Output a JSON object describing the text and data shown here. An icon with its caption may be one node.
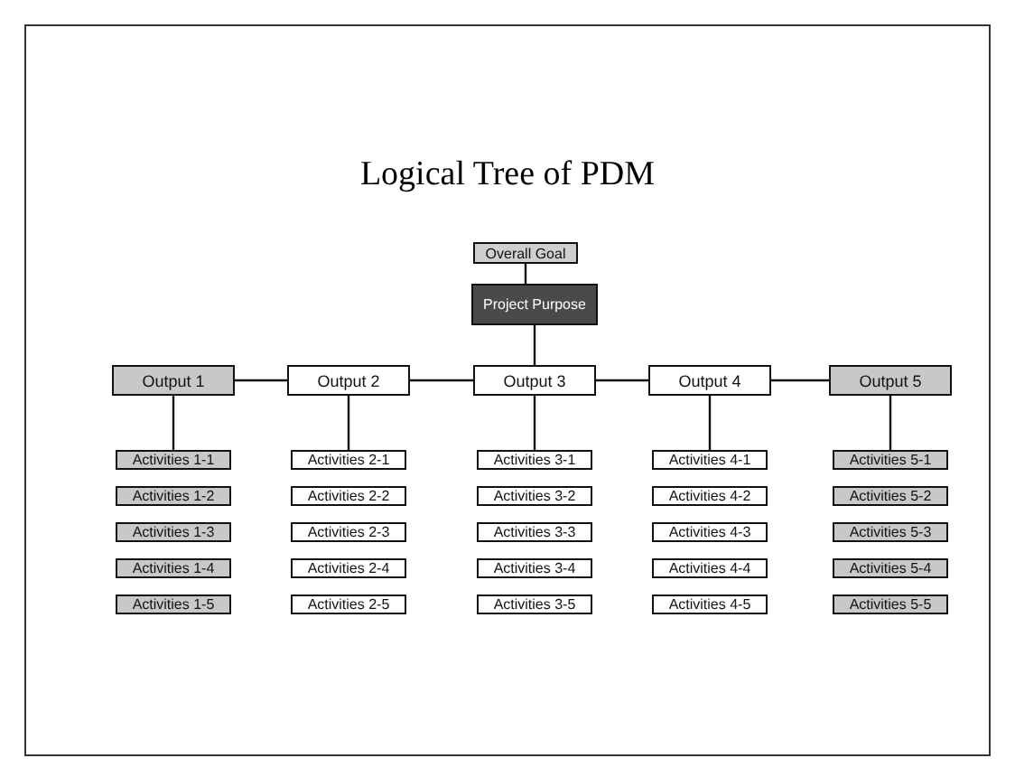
{
  "diagram": {
    "title": "Logical Tree of PDM",
    "nodes": [
      {
        "text": [
          "Overall Goal"
        ]
      },
      {
        "text": [
          "Project Purpose"
        ]
      },
      {
        "text": [
          "Output 1"
        ]
      },
      {
        "text": [
          "Output 2"
        ]
      },
      {
        "text": [
          "Output 3"
        ]
      },
      {
        "text": [
          "Output 4"
        ]
      },
      {
        "text": [
          "Output 5"
        ]
      },
      {
        "text": [
          "Activities 1-1"
        ]
      },
      {
        "text": [
          "Activities 2-1"
        ]
      },
      {
        "text": [
          "Activities 3-1"
        ]
      },
      {
        "text": [
          "Activities 4-1"
        ]
      },
      {
        "text": [
          "Activities 5-1"
        ]
      },
      {
        "text": [
          "Activities 1-2"
        ]
      },
      {
        "text": [
          "Activities 2-2"
        ]
      },
      {
        "text": [
          "Activities 3-2"
        ]
      },
      {
        "text": [
          "Activities 4-2"
        ]
      },
      {
        "text": [
          "Activities 5-2"
        ]
      },
      {
        "text": [
          "Activities 1-3"
        ]
      },
      {
        "text": [
          "Activities 2-3"
        ]
      },
      {
        "text": [
          "Activities 3-3"
        ]
      },
      {
        "text": [
          "Activities 4-3"
        ]
      },
      {
        "text": [
          "Activities 5-3"
        ]
      },
      {
        "text": [
          "Activities 1-4"
        ]
      },
      {
        "text": [
          "Activities 2-4"
        ]
      },
      {
        "text": [
          "Activities 3-4"
        ]
      },
      {
        "text": [
          "Activities 4-4"
        ]
      },
      {
        "text": [
          "Activities 5-4"
        ]
      },
      {
        "text": [
          "Activities 1-5"
        ]
      },
      {
        "text": [
          "Activities 2-5"
        ]
      },
      {
        "text": [
          "Activities 3-5"
        ]
      },
      {
        "text": [
          "Activities 4-5"
        ]
      },
      {
        "text": [
          "Activities 5-5"
        ]
      }
    ],
    "edges": [
      {
        "from": 0,
        "to": 1,
        "arrow": "none"
      },
      {
        "from": 1,
        "to": 4,
        "arrow": "none"
      },
      {
        "from": 2,
        "to": 3,
        "arrow": "none"
      },
      {
        "from": 3,
        "to": 4,
        "arrow": "none"
      },
      {
        "from": 4,
        "to": 5,
        "arrow": "none"
      },
      {
        "from": 5,
        "to": 6,
        "arrow": "none"
      },
      {
        "from": 2,
        "to": 7,
        "arrow": "none"
      },
      {
        "from": 3,
        "to": 8,
        "arrow": "none"
      },
      {
        "from": 4,
        "to": 9,
        "arrow": "none"
      },
      {
        "from": 5,
        "to": 10,
        "arrow": "none"
      },
      {
        "from": 6,
        "to": 11,
        "arrow": "none"
      }
    ]
  }
}
